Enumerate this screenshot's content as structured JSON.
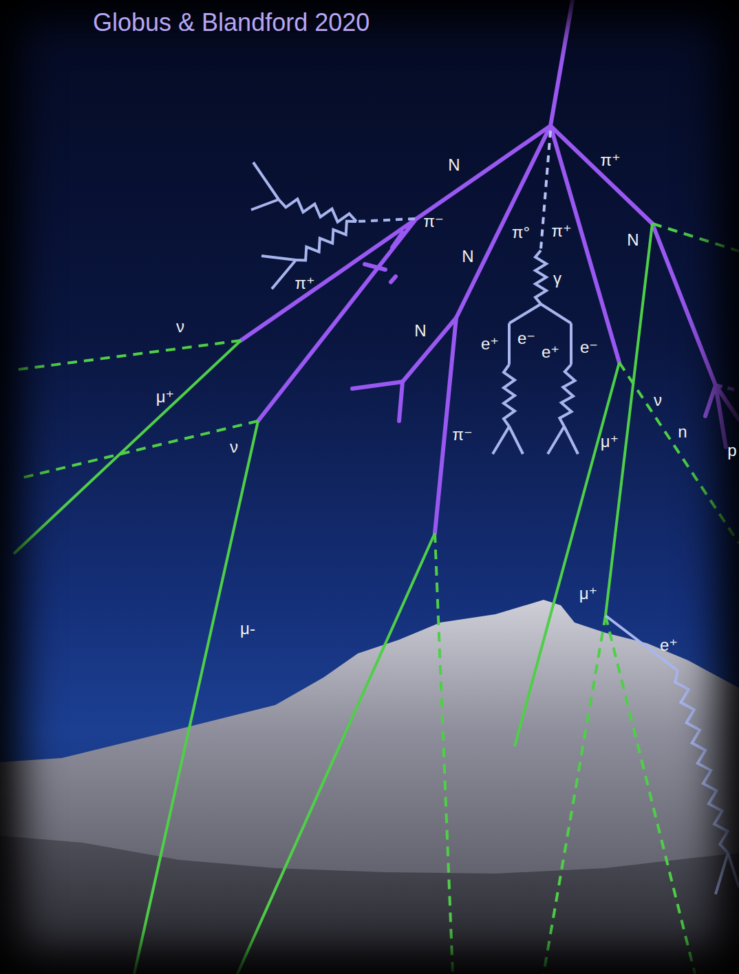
{
  "diagram": {
    "title": "Globus & Blandford 2020",
    "labels": [
      "N",
      "π⁺",
      "π⁻",
      "π°",
      "π⁺",
      "N",
      "N",
      "γ",
      "π⁺",
      "ν",
      "N",
      "e⁺",
      "e⁻",
      "e⁺",
      "e⁻",
      "μ⁺",
      "ν",
      "ν",
      "n",
      "p",
      "π⁻",
      "μ⁺",
      "μ-",
      "μ⁺",
      "e⁺"
    ]
  }
}
